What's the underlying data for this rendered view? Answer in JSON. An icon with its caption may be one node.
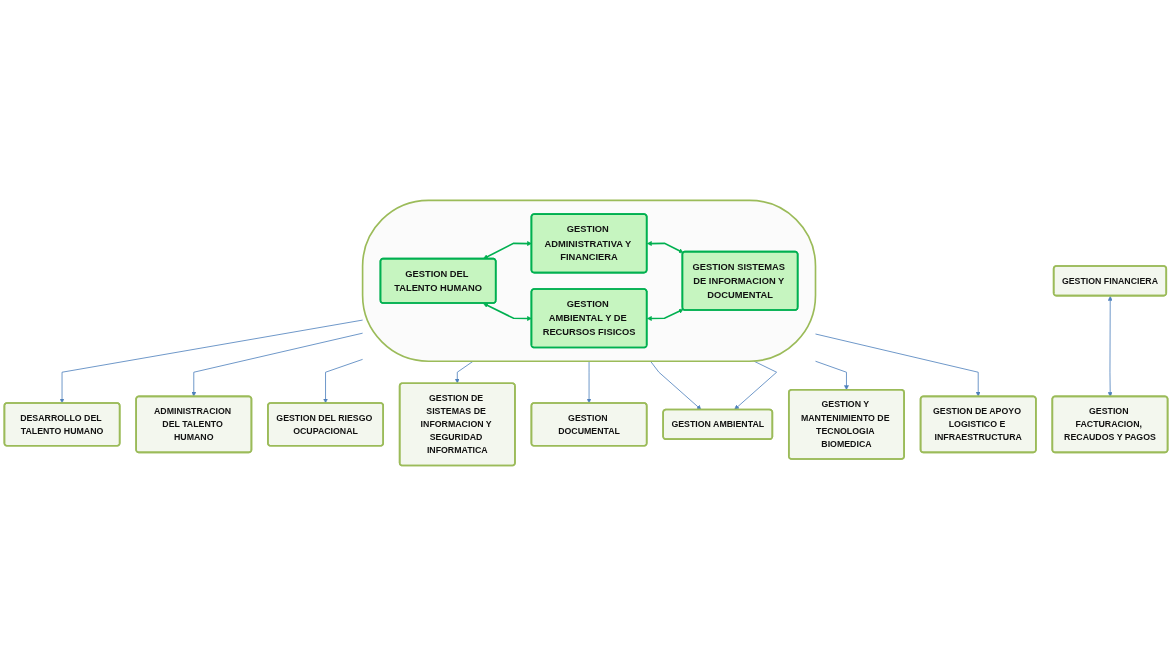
{
  "diagram": {
    "nodes": [
      {
        "text": [
          "GESTION FINANCIERA"
        ]
      },
      {
        "text": [
          "GESTION FACTURACION, RECAUDOS Y PAGOS"
        ]
      },
      {
        "text": [
          "DESARROLLO DEL TALENTO HUMANO"
        ]
      },
      {
        "text": [
          "ADMINISTRACION DEL TALENTO HUMANO"
        ]
      },
      {
        "text": [
          "GESTION DEL RIESGO OCUPACIONAL"
        ]
      },
      {
        "text": [],
        "shape": "ellipse"
      },
      {
        "text": [
          "GESTION ADMINISTRATIVA Y FINANCIERA"
        ],
        "in": 5
      },
      {
        "text": [
          "GESTION DEL TALENTO HUMANO"
        ],
        "in": 5
      },
      {
        "text": [
          "GESTION SISTEMAS DE INFORMACION Y DOCUMENTAL"
        ],
        "in": 5
      },
      {
        "text": [
          "GESTION AMBIENTAL Y DE RECURSOS FISICOS"
        ],
        "in": 5
      },
      {
        "text": [
          "GESTION DE SISTEMAS DE INFORMACION Y SEGURIDAD INFORMATICA"
        ]
      },
      {
        "text": [
          "GESTION DOCUMENTAL"
        ]
      },
      {
        "text": [
          "GESTION AMBIENTAL"
        ]
      },
      {
        "text": [
          "GESTION Y MANTENIMIENTO DE TECNOLOGIA BIOMEDICA"
        ]
      },
      {
        "text": [
          "GESTION DE APOYO LOGISTICO E INFRAESTRUCTURA"
        ]
      }
    ],
    "edges": [
      {
        "from": 0,
        "to": 1,
        "arrow": "both"
      },
      {
        "from": 5,
        "to": 2,
        "arrow": "to"
      },
      {
        "from": 5,
        "to": 3,
        "arrow": "to"
      },
      {
        "from": 5,
        "to": 4,
        "arrow": "to"
      },
      {
        "from": 7,
        "to": 6,
        "arrow": "both",
        "color": "#00b050"
      },
      {
        "from": 6,
        "to": 8,
        "arrow": "both",
        "color": "#00b050"
      },
      {
        "from": 7,
        "to": 9,
        "arrow": "both",
        "color": "#00b050"
      },
      {
        "from": 9,
        "to": 8,
        "arrow": "both",
        "color": "#00b050"
      },
      {
        "from": 5,
        "to": 10,
        "arrow": "to"
      },
      {
        "from": 5,
        "to": 11,
        "arrow": "to"
      },
      {
        "from": 5,
        "to": 12,
        "arrow": "to"
      },
      {
        "from": 5,
        "to": 12,
        "arrow": "to"
      },
      {
        "from": 5,
        "to": 13,
        "arrow": "to"
      },
      {
        "from": 5,
        "to": 14,
        "arrow": "to"
      }
    ]
  }
}
